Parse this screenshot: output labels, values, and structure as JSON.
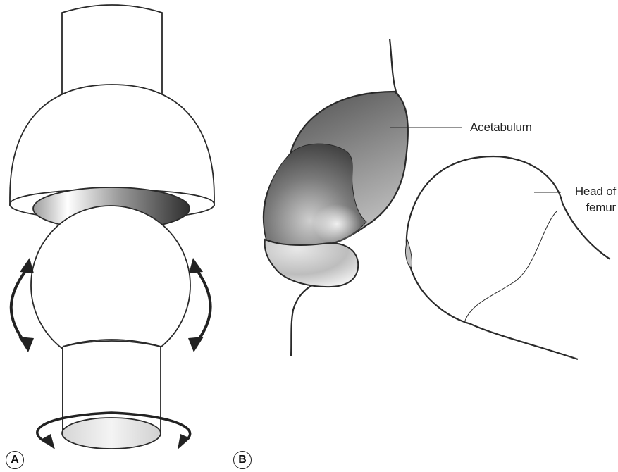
{
  "labels": {
    "acetabulum": "Acetabulum",
    "head_of": "Head of",
    "femur": "femur"
  },
  "panels": {
    "a": "A",
    "b": "B"
  },
  "colors": {
    "outline": "#2a2a2a",
    "shade_dark": "#333333",
    "shade_light": "#f7f7f7"
  }
}
